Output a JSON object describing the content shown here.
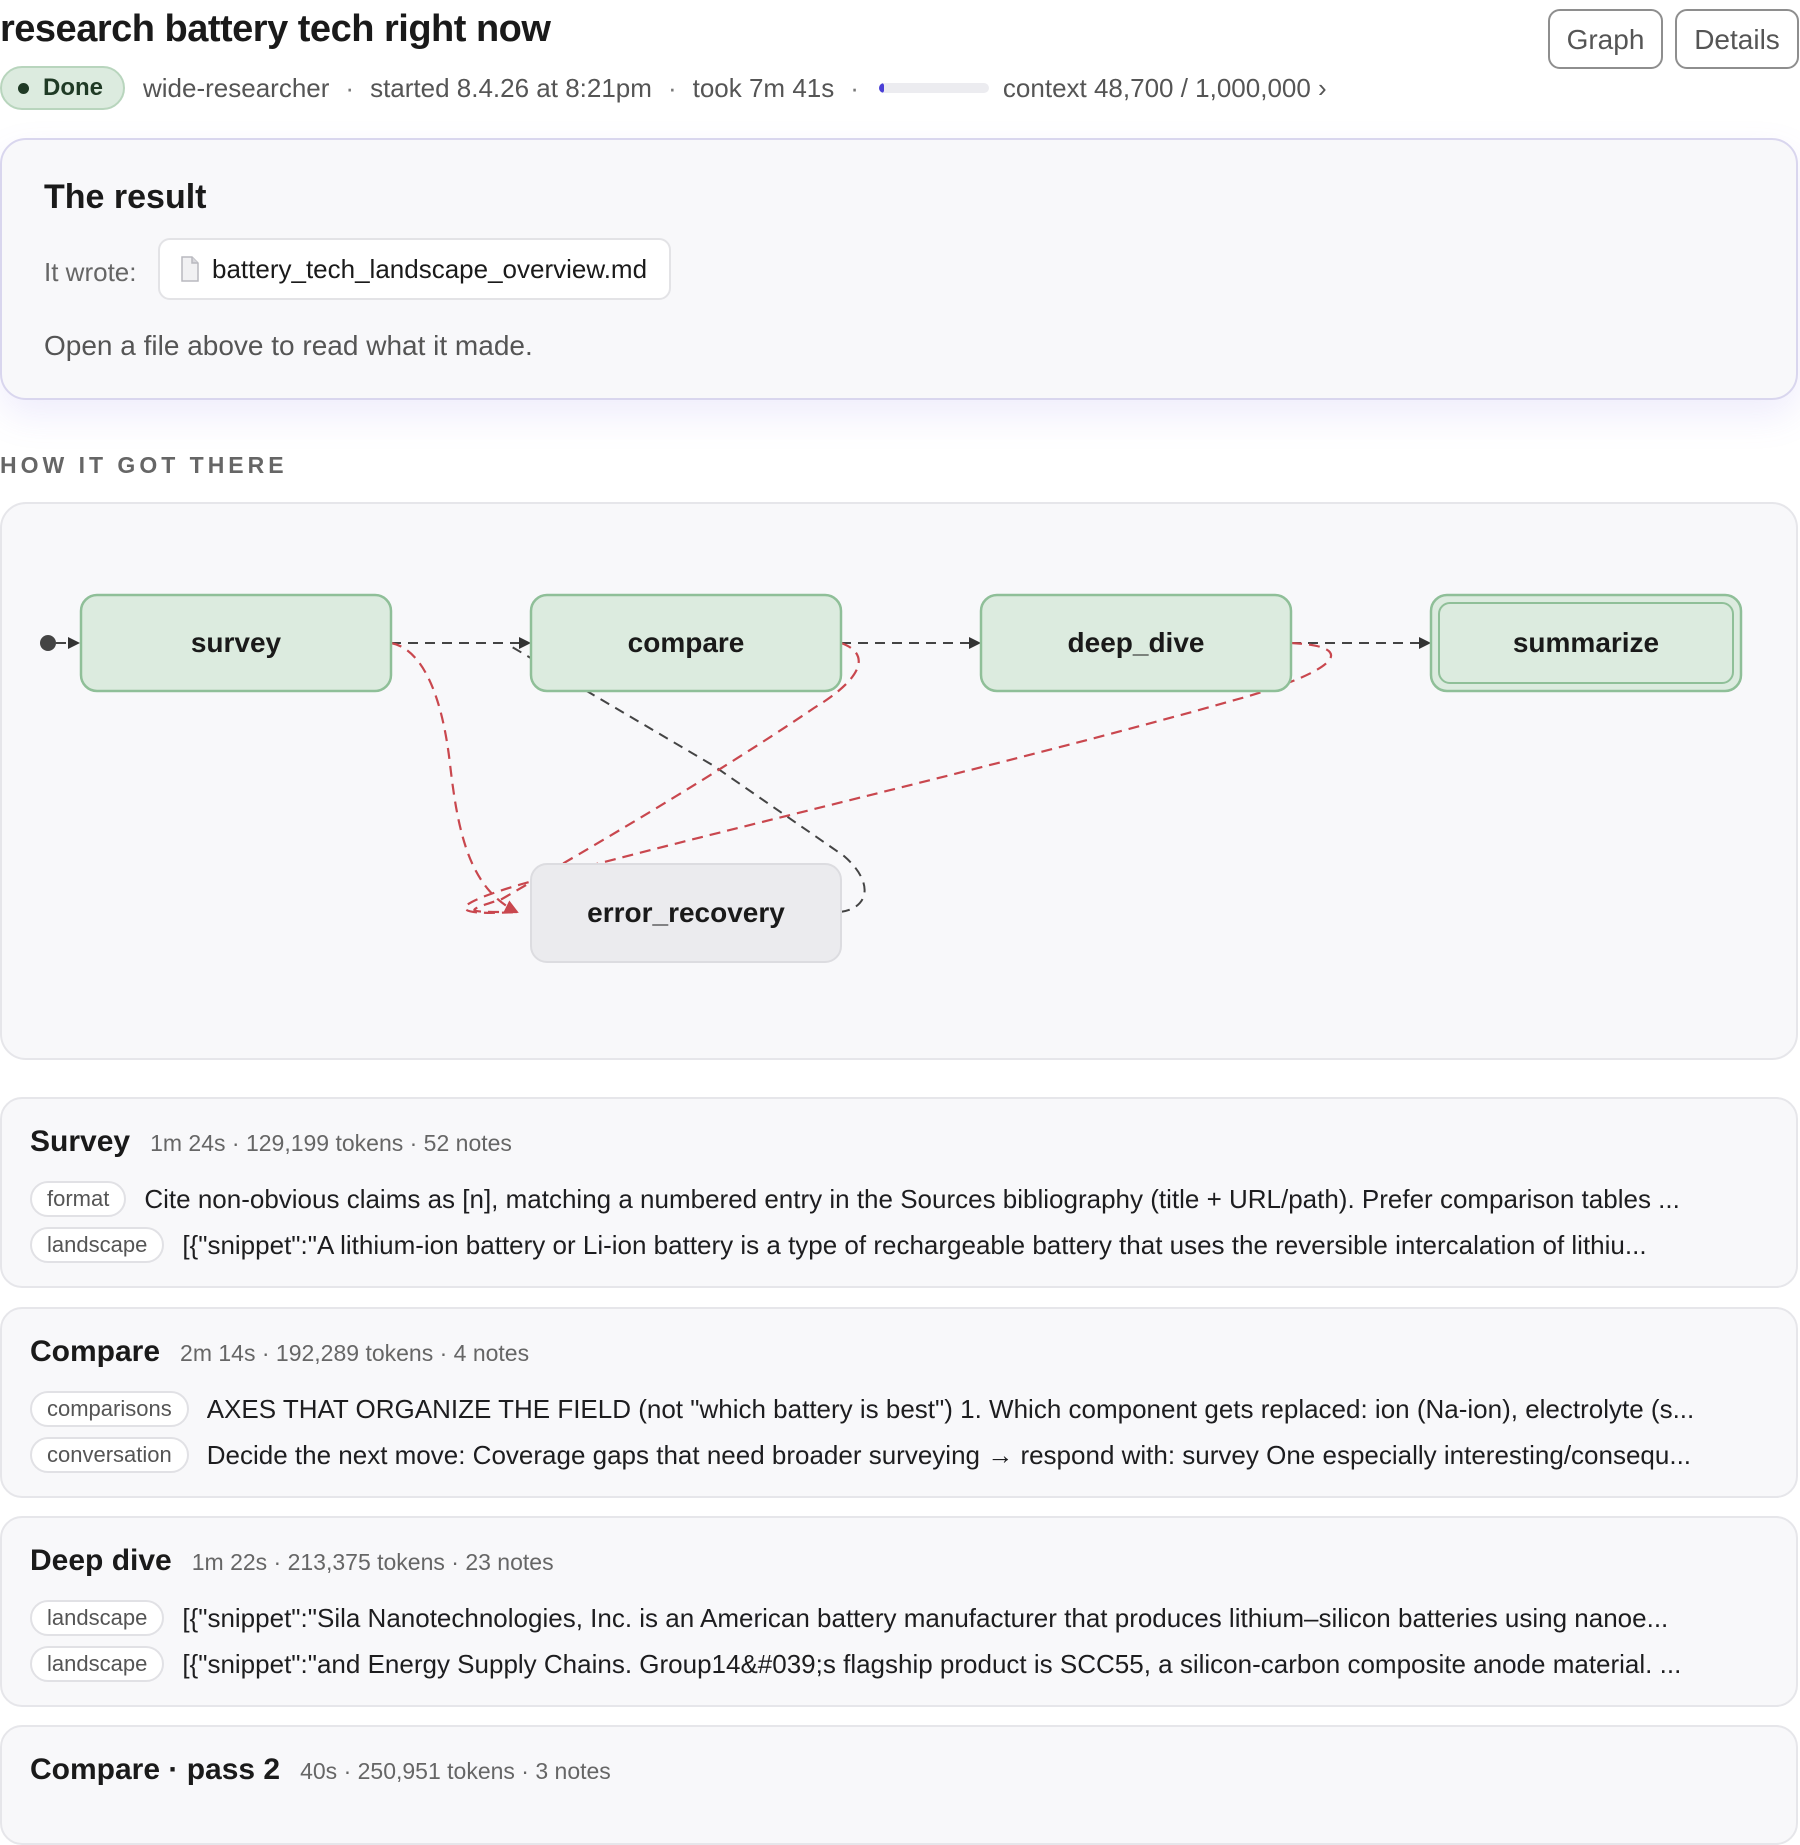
{
  "header": {
    "title": "research battery tech right now",
    "buttons": {
      "graph": "Graph",
      "details": "Details"
    },
    "status": "Done",
    "agent": "wide-researcher",
    "started": "started 8.4.26 at 8:21pm",
    "took": "took 7m 41s",
    "context": "context 48,700 / 1,000,000 ›",
    "context_used": 48700,
    "context_limit": 1000000,
    "colors": {
      "done_bg": "#dcebdf",
      "progress": "#4a3fd6"
    }
  },
  "result": {
    "title": "The result",
    "wrote_label": "It wrote:",
    "file_icon": "file-icon",
    "file_name": "battery_tech_landscape_overview.md",
    "hint": "Open a file above to read what it made."
  },
  "section_label": "HOW IT GOT THERE",
  "graph": {
    "nodes": {
      "survey": "survey",
      "compare": "compare",
      "deep_dive": "deep_dive",
      "summarize": "summarize",
      "error_recovery": "error_recovery"
    },
    "colors": {
      "node_fill": "#dcebdf",
      "node_stroke": "#8fbf98",
      "error_fill": "#ebebee",
      "error_edge": "#c9474e",
      "edge": "#444444"
    }
  },
  "steps": [
    {
      "name": "Survey",
      "stats": "1m 24s · 129,199 tokens · 52 notes",
      "notes": [
        {
          "tag": "format",
          "text": "Cite non-obvious claims as [n], matching a numbered entry in the Sources bibliography (title + URL/path). Prefer comparison tables ..."
        },
        {
          "tag": "landscape",
          "text": "[{\"snippet\":\"A lithium-ion battery or Li-ion battery is a type of rechargeable battery that uses the reversible intercalation of lithiu..."
        }
      ]
    },
    {
      "name": "Compare",
      "stats": "2m 14s · 192,289 tokens · 4 notes",
      "notes": [
        {
          "tag": "comparisons",
          "text": "AXES THAT ORGANIZE THE FIELD (not \"which battery is best\") 1. Which component gets replaced: ion (Na-ion), electrolyte (s..."
        },
        {
          "tag": "conversation",
          "text": "Decide the next move: Coverage gaps that need broader surveying → respond with: survey One especially interesting/consequ..."
        }
      ]
    },
    {
      "name": "Deep dive",
      "stats": "1m 22s · 213,375 tokens · 23 notes",
      "notes": [
        {
          "tag": "landscape",
          "text": "[{\"snippet\":\"Sila Nanotechnologies, Inc. is an American battery manufacturer that produces lithium–silicon batteries using nanoe..."
        },
        {
          "tag": "landscape",
          "text": "[{\"snippet\":\"and Energy Supply Chains. Group14&#039;s flagship product is SCC55, a silicon-carbon composite anode material. ..."
        }
      ]
    },
    {
      "name": "Compare · pass 2",
      "stats": "40s · 250,951 tokens · 3 notes",
      "notes": []
    }
  ]
}
